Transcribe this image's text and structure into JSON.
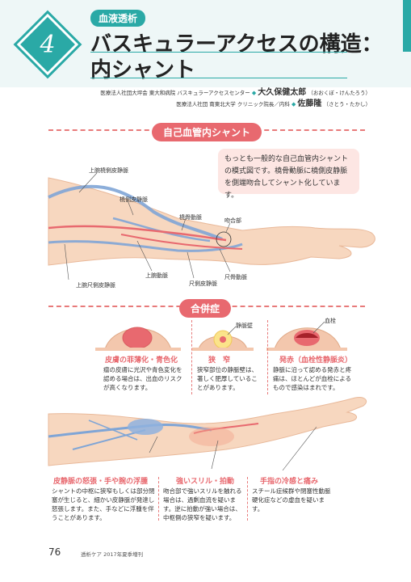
{
  "header": {
    "chapter_number": "4",
    "category_tag": "血液透析",
    "title_line1": "バスキュラーアクセスの構造：",
    "title_line2": "内シャント"
  },
  "authors": [
    {
      "affiliation": "医療法人社団大坪会 東大和病院 バスキュラーアクセスセンター",
      "name": "大久保健太郎",
      "reading": "（おおくぼ・けんたろう）"
    },
    {
      "affiliation": "医療法人社団 南東北大学 クリニック院長／内科",
      "name": "佐藤隆",
      "reading": "（さとう・たかし）"
    }
  ],
  "section1": {
    "heading": "自己血管内シャント",
    "note": "もっとも一般的な自己血管内シャントの模式図です。橈骨動脈に橈側皮静脈を側端吻合してシャント化しています。",
    "labels": {
      "upper_cephalic": "上腕橈側皮静脈",
      "cephalic": "橈側皮静脈",
      "radial_artery": "橈骨動脈",
      "anastomosis": "吻合部",
      "brachial_artery": "上腕動脈",
      "upper_basilic": "上腕尺側皮静脈",
      "basilic": "尺側皮静脈",
      "ulnar_artery": "尺骨動脈"
    }
  },
  "section2": {
    "heading": "合併症",
    "vein_wall_label": "静脈壁",
    "thrombus_label": "血栓",
    "items": [
      {
        "title": "皮膚の菲薄化・青色化",
        "text": "瘤の皮膚に光沢や青色変化を認める場合は、出血のリスクが高くなります。"
      },
      {
        "title": "狭　窄",
        "text": "狭窄部位の静脈壁は、著しく肥厚していることがあります。"
      },
      {
        "title": "発赤（血栓性静脈炎）",
        "text": "静脈に沿って認める発赤と疼痛は、ほとんどが血栓によるもので感染はまれです。"
      },
      {
        "title": "皮静脈の怒張・手や腕の浮腫",
        "text": "シャントの中枢に狭窄もしくは部分閉塞が生じると、細かい皮静脈が発達し怒張します。また、手などに浮腫を伴うことがあります。"
      },
      {
        "title": "強いスリル・拍動",
        "text": "吻合部で強いスリルを触れる場合は、過剰血流を疑います。逆に拍動が強い場合は、中枢側の狭窄を疑います。"
      },
      {
        "title": "手指の冷感と痛み",
        "text": "スチール症候群や閉塞性動脈硬化症などの虚血を疑います。"
      }
    ]
  },
  "footer": {
    "page_number": "76",
    "source": "透析ケア 2017年夏季増刊"
  },
  "colors": {
    "teal": "#2aa9a6",
    "coral": "#e8696f",
    "pink_box": "#fde6e3",
    "skin": "#f7d7bf"
  }
}
